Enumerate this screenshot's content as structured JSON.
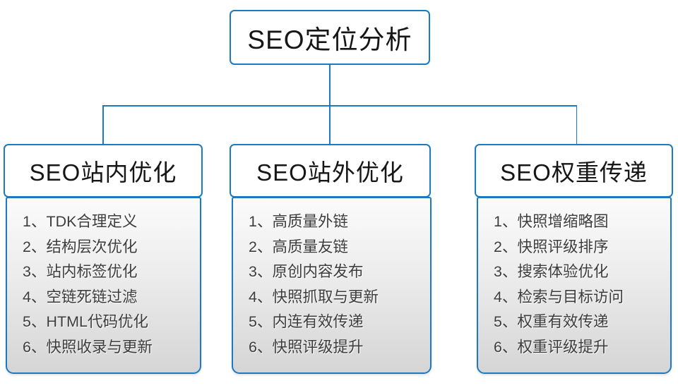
{
  "root": {
    "title": "SEO定位分析"
  },
  "columns": [
    {
      "title": "SEO站内优化",
      "items": [
        "1、TDK合理定义",
        "2、结构层次优化",
        "3、站内标签优化",
        "4、空链死链过滤",
        "5、HTML代码优化",
        "6、快照收录与更新"
      ]
    },
    {
      "title": "SEO站外优化",
      "items": [
        "1、高质量外链",
        "2、高质量友链",
        "3、原创内容发布",
        "4、快照抓取与更新",
        "5、内连有效传递",
        "6、快照评级提升"
      ]
    },
    {
      "title": "SEO权重传递",
      "items": [
        "1、快照增缩略图",
        "2、快照评级排序",
        "3、搜索体验优化",
        "4、检索与目标访问",
        "5、权重有效传递",
        "6、权重评级提升"
      ]
    }
  ],
  "colors": {
    "border_blue": "#1b7ac1",
    "header_text": "#161616",
    "item_text": "#3d3d3d",
    "list_gradient_top": "#fbfbfb",
    "list_gradient_bottom": "#d5d5d5"
  }
}
